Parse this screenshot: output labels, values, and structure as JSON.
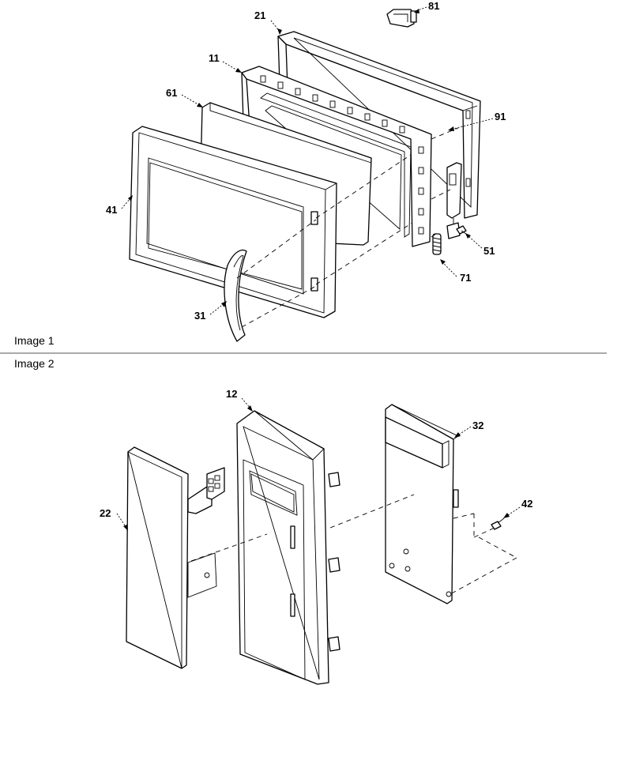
{
  "sections": [
    {
      "label": "Image 1"
    },
    {
      "label": "Image 2"
    }
  ],
  "callouts": {
    "c21": "21",
    "c81": "81",
    "c11": "11",
    "c61": "61",
    "c91": "91",
    "c41": "41",
    "c51": "51",
    "c71": "71",
    "c31": "31",
    "c12": "12",
    "c32": "32",
    "c22": "22",
    "c42": "42"
  }
}
